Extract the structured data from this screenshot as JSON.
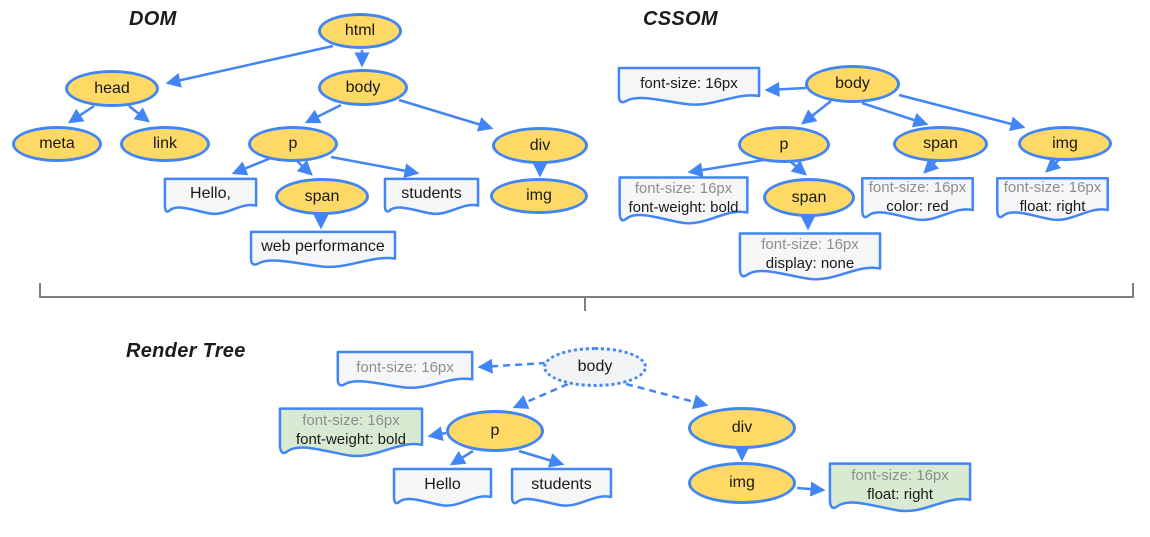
{
  "colors": {
    "yellow": "#ffd966",
    "blue": "#4285f4",
    "green": "#d9ead3",
    "boxfill": "#f5f6f7",
    "nodelight": "#f1f3f4",
    "graytext": "#8e8e8e",
    "bracket": "#7f7f7f"
  },
  "dom": {
    "title": "DOM",
    "nodes": {
      "html": "html",
      "head": "head",
      "body": "body",
      "meta": "meta",
      "link": "link",
      "p": "p",
      "div": "div",
      "span": "span",
      "img": "img"
    },
    "texts": {
      "hello": "Hello,",
      "students": "students",
      "web_performance": "web performance"
    }
  },
  "cssom": {
    "title": "CSSOM",
    "nodes": {
      "body": "body",
      "p": "p",
      "span": "span",
      "img": "img",
      "span_child": "span"
    },
    "rules": {
      "body": [
        "font-size: 16px"
      ],
      "p": [
        "font-size: 16px",
        "font-weight: bold"
      ],
      "span": [
        "font-size: 16px",
        "color: red"
      ],
      "img": [
        "font-size: 16px",
        "float: right"
      ],
      "span_child": [
        "font-size: 16px",
        "display: none"
      ]
    }
  },
  "render": {
    "title": "Render Tree",
    "nodes": {
      "body": "body",
      "p": "p",
      "div": "div",
      "img": "img"
    },
    "texts": {
      "hello": "Hello",
      "students": "students"
    },
    "rules": {
      "body": [
        "font-size: 16px"
      ],
      "p": [
        "font-size: 16px",
        "font-weight: bold"
      ],
      "img": [
        "font-size: 16px",
        "float: right"
      ]
    }
  }
}
